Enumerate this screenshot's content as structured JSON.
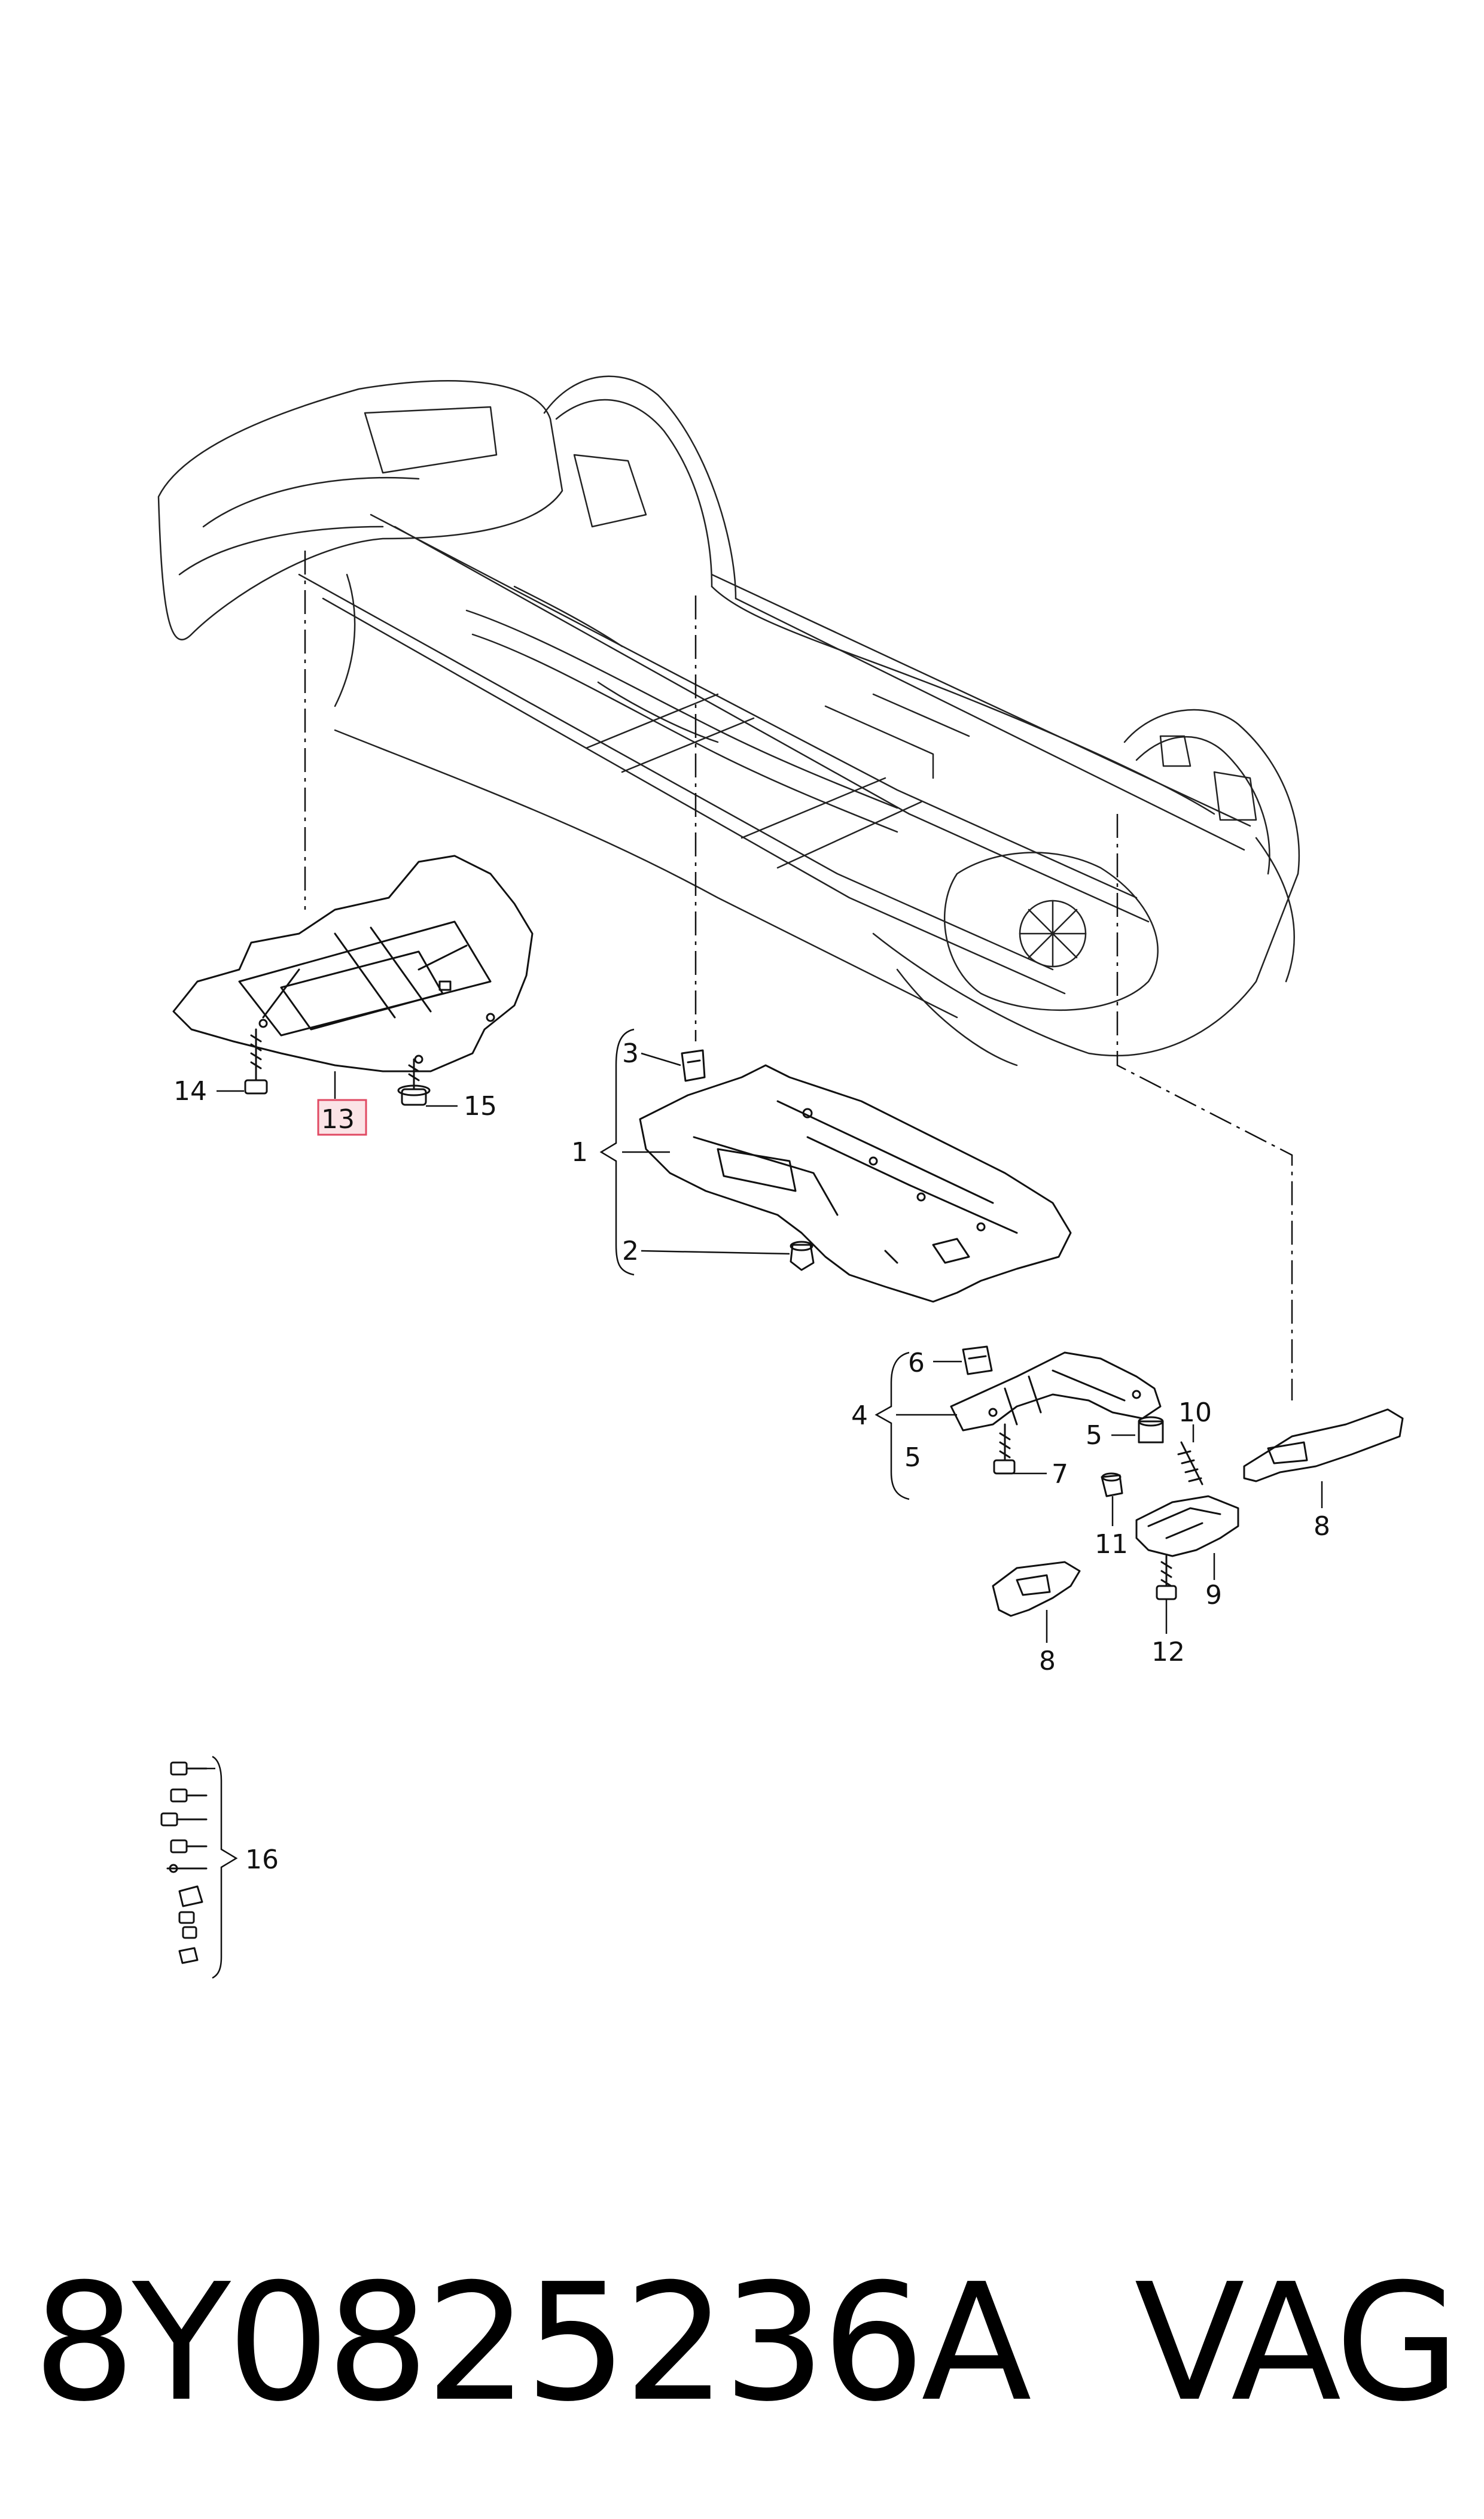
{
  "diagram": {
    "callouts": {
      "c1": "1",
      "c2": "2",
      "c3": "3",
      "c4": "4",
      "c5a": "5",
      "c5b": "5",
      "c6": "6",
      "c7": "7",
      "c8a": "8",
      "c8b": "8",
      "c9": "9",
      "c10": "10",
      "c11": "11",
      "c12": "12",
      "c13": "13",
      "c14": "14",
      "c15": "15",
      "c16": "16"
    },
    "highlighted_part": "13",
    "highlight_color": "#e04a63"
  },
  "caption": {
    "part_number": "8Y0825236A",
    "brand": "VAG"
  }
}
